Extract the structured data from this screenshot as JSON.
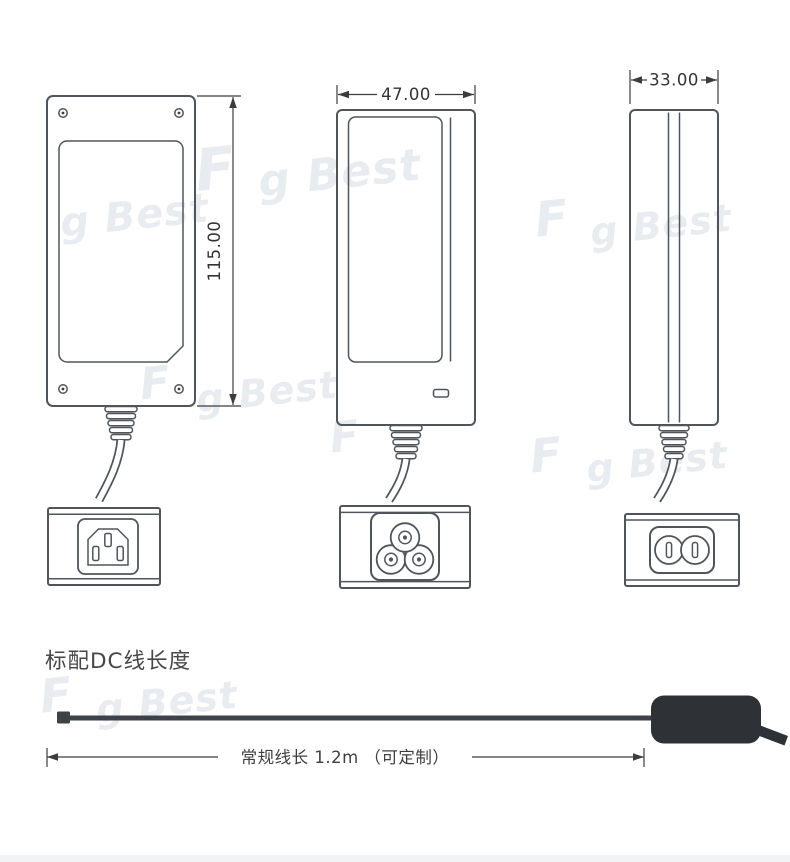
{
  "views": {
    "front": {
      "height_dim": "115.00"
    },
    "side": {
      "width_dim": "47.00"
    },
    "edge": {
      "depth_dim": "33.00"
    }
  },
  "cable_section": {
    "heading": "标配DC线长度",
    "length_note": "常规线长 1.2m （可定制）"
  },
  "watermark": {
    "logo": "F",
    "text": "g Best"
  },
  "colors": {
    "outline": "#50555b",
    "dimension": "#3c3c3c",
    "plug_body": "#2e3237",
    "watermark": "#e8ebef"
  }
}
